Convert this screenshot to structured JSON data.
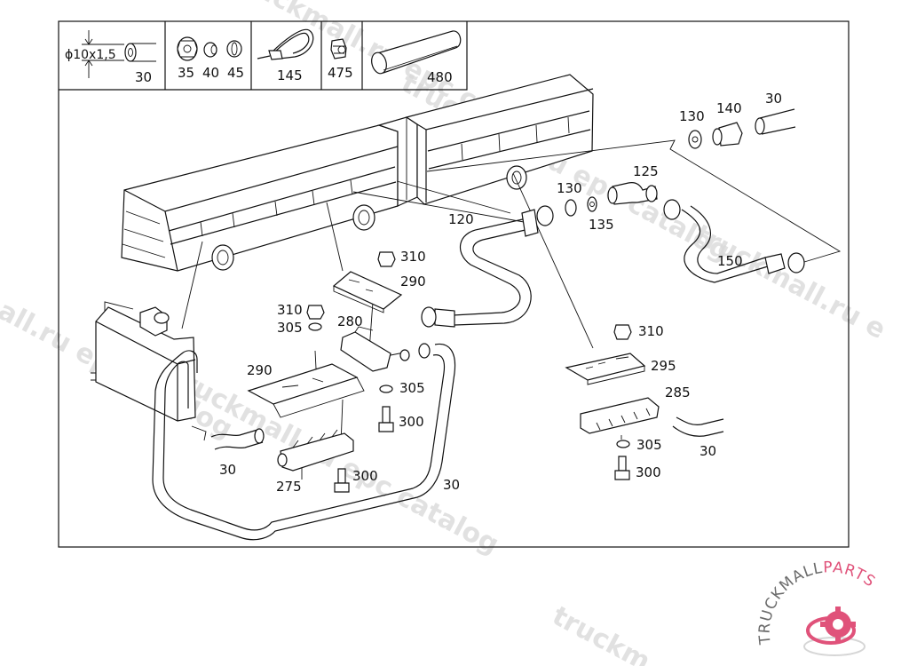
{
  "diagram": {
    "legend_strip": {
      "hose_spec": "ϕ10x1,5",
      "cells": [
        {
          "part": "hose",
          "labels": [
            "30"
          ]
        },
        {
          "part": "nut-sleeve-ring",
          "labels": [
            "35",
            "40",
            "45"
          ]
        },
        {
          "part": "cable-tie",
          "labels": [
            "145"
          ]
        },
        {
          "part": "grommet",
          "labels": [
            "475"
          ]
        },
        {
          "part": "protective-sleeve",
          "labels": [
            "480"
          ]
        }
      ]
    },
    "callouts": {
      "c30_top": "30",
      "c130_top": "130",
      "c140": "140",
      "c125": "125",
      "c130_mid": "130",
      "c135": "135",
      "c120": "120",
      "c150": "150",
      "c310_a": "310",
      "c290_a": "290",
      "c310_b": "310",
      "c305_a": "305",
      "c280": "280",
      "c290_b": "290",
      "c305_b": "305",
      "c300_a": "300",
      "c30_left": "30",
      "c275": "275",
      "c300_b": "300",
      "c30_bottom": "30",
      "c310_c": "310",
      "c295": "295",
      "c285": "285",
      "c305_c": "305",
      "c300_c": "300",
      "c30_right": "30"
    },
    "watermarks": [
      "truckmall.ru epc catalog",
      "truckmall.ru epc catalog",
      "truckmall.ru epc catalog",
      "truckmall.ru e",
      "truckmall.ru epc catalog"
    ],
    "logo": {
      "text_dark": "TRUCKMALL",
      "text_accent": "PARTS",
      "accent_color": "#e0527a",
      "dark_color": "#6b6b6b"
    }
  }
}
